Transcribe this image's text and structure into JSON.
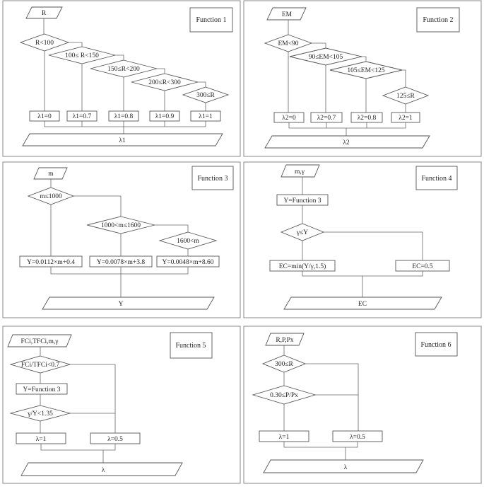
{
  "diagrams": {
    "f1": {
      "title": "Function 1",
      "input": "R",
      "conditions": [
        "R<100",
        "100≤ R<150",
        "150≤R<200",
        "200≤R<300",
        "300≤R"
      ],
      "outputs": [
        "λ1=0",
        "λ1=0.7",
        "λ1=0.8",
        "λ1=0.9",
        "λ1=1"
      ],
      "result": "λ1"
    },
    "f2": {
      "title": "Function 2",
      "input": "EM",
      "conditions": [
        "EM<90",
        "90≤EM<105",
        "105≤EM<125",
        "125≤R"
      ],
      "outputs": [
        "λ2=0",
        "λ2=0.7",
        "λ2=0.8",
        "λ2=1"
      ],
      "result": "λ2"
    },
    "f3": {
      "title": "Function 3",
      "input": "m",
      "conditions": [
        "m≤1000",
        "1000<m≤1600",
        "1600<m"
      ],
      "outputs": [
        "Y=0.0112×m+0.4",
        "Y=0.0078×m+3.8",
        "Y=0.0048×m+8.60"
      ],
      "result": "Y"
    },
    "f4": {
      "title": "Function 4",
      "input": "m,γ",
      "process": "Y=Function 3",
      "condition": "γ≤Y",
      "outputs": [
        "EC=min(Y/γ,1.5)",
        "EC=0.5"
      ],
      "result": "EC"
    },
    "f5": {
      "title": "Function 5",
      "input": "FCi,TFCi,m,γ",
      "conditions": [
        "FCi/TFCi<0.7",
        "γ/Y<1.35"
      ],
      "process": "Y=Function 3",
      "outputs": [
        "λ=1",
        "λ=0.5"
      ],
      "result": "λ"
    },
    "f6": {
      "title": "Function 6",
      "input": "R,P,Px",
      "conditions": [
        "300≤R",
        "0.30≤P/Px"
      ],
      "outputs": [
        "λ=1",
        "λ=0.5"
      ],
      "result": "λ"
    }
  }
}
